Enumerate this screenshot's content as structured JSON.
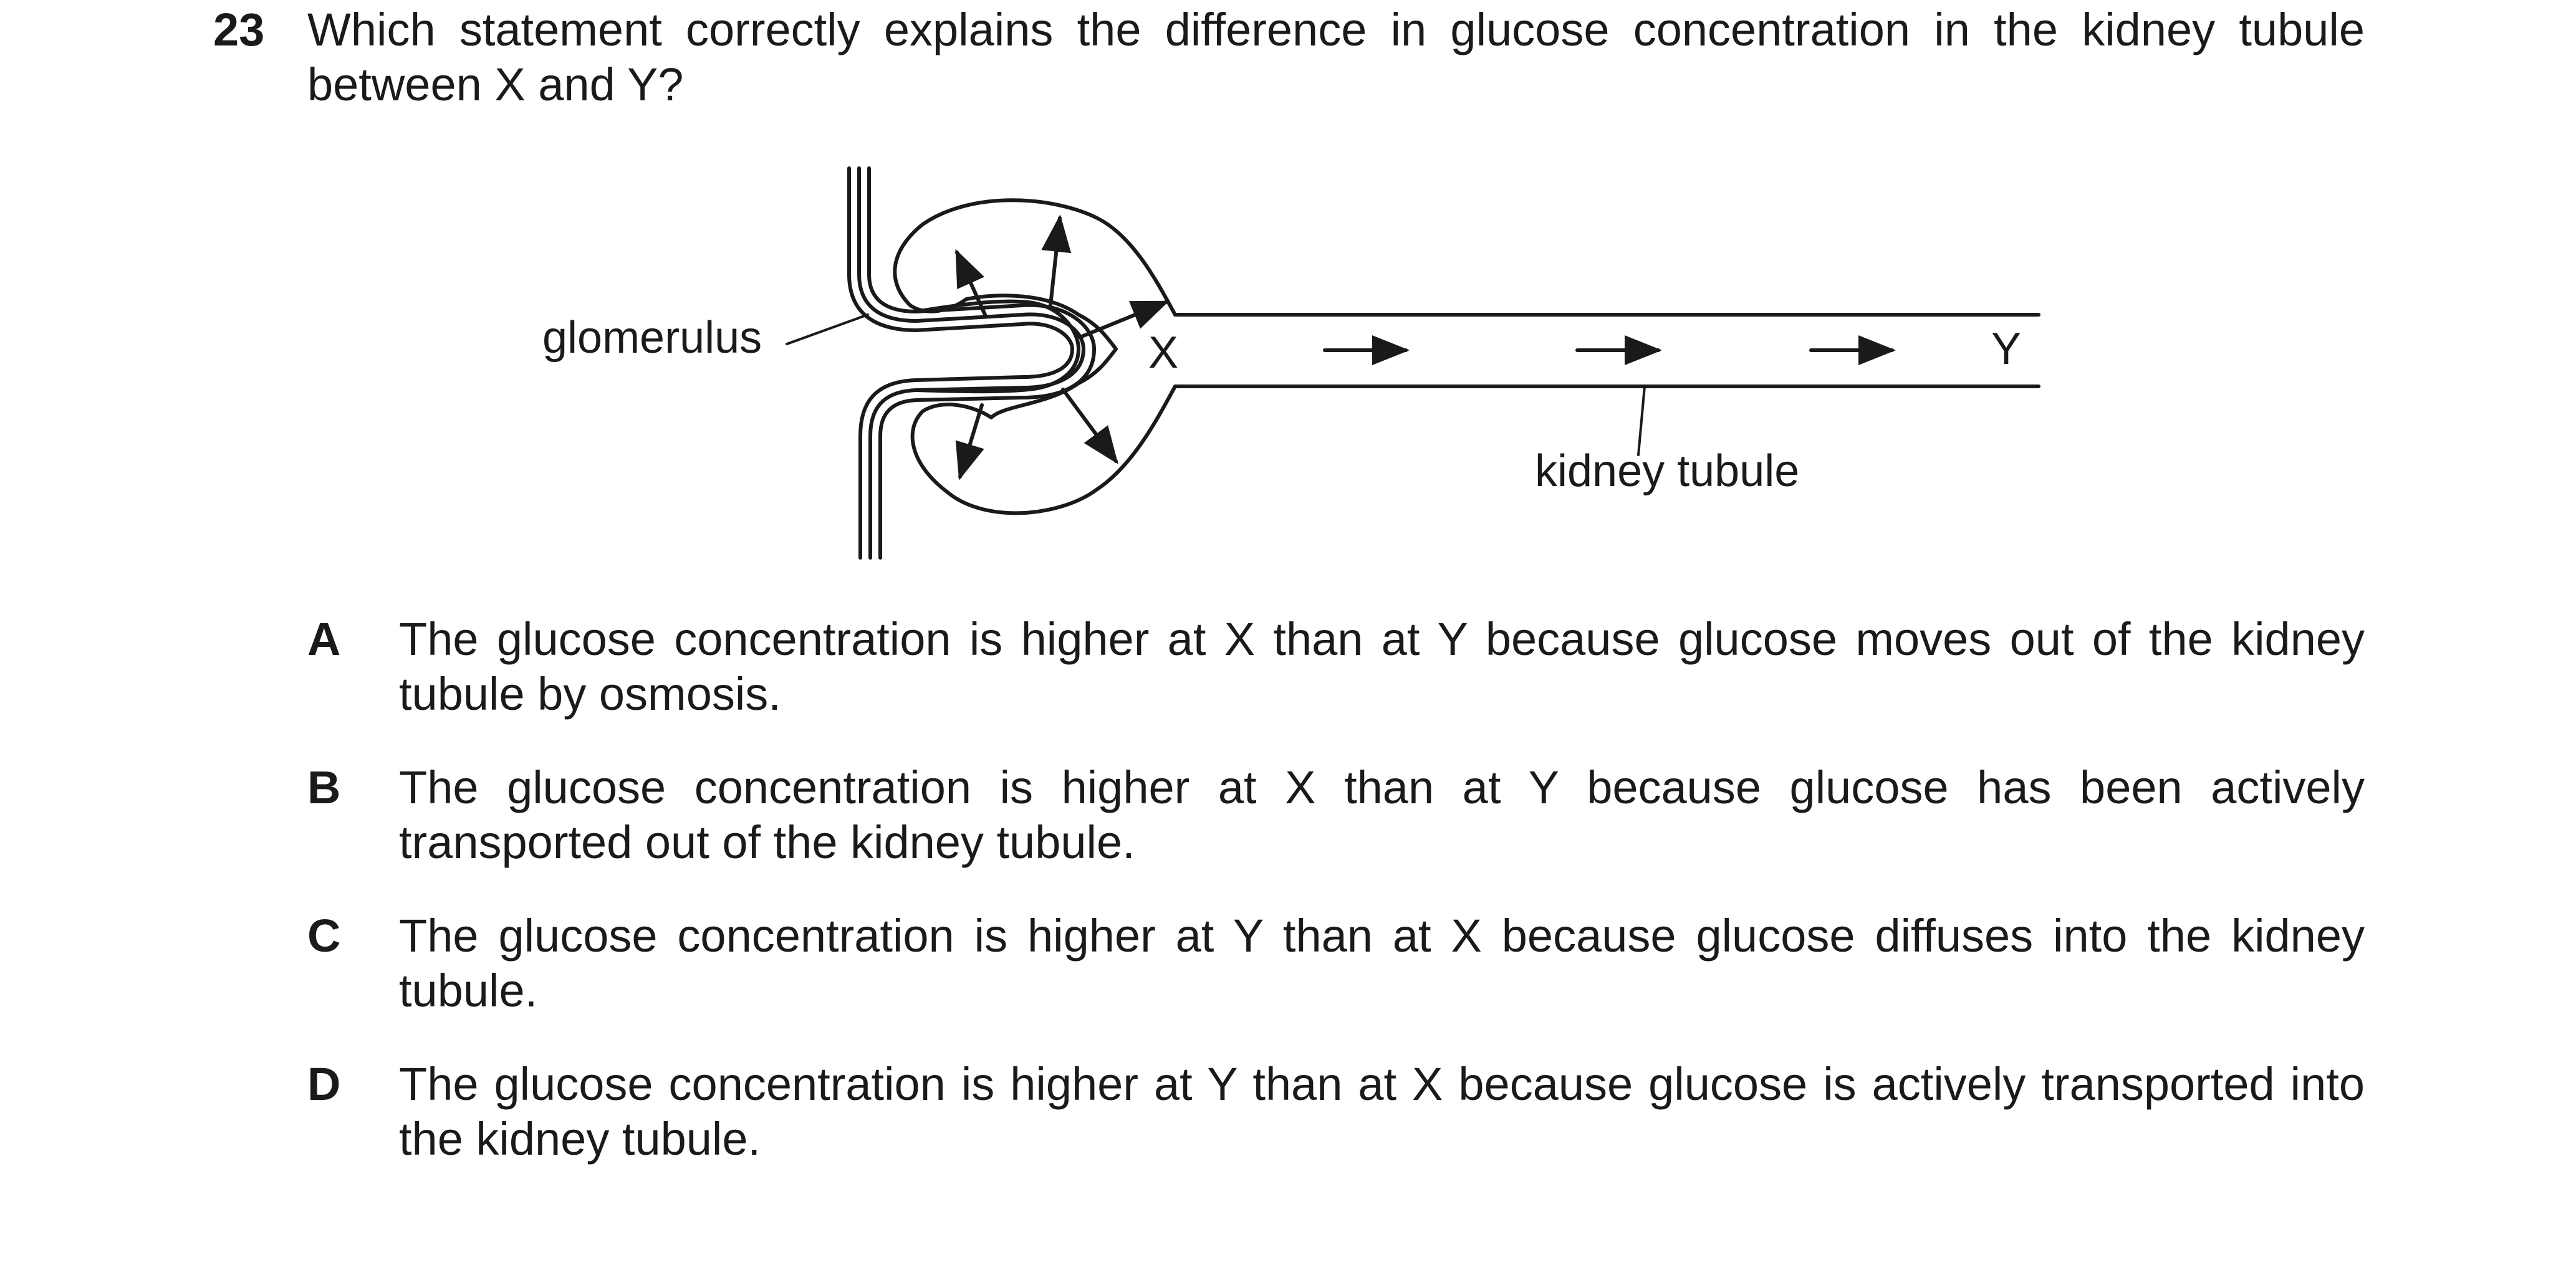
{
  "question": {
    "number": "23",
    "stem": "Which statement correctly explains the difference in glucose concentration in the kidney tubule between X and Y?"
  },
  "figure": {
    "labels": {
      "glomerulus": "glomerulus",
      "x": "X",
      "y": "Y",
      "kidney_tubule": "kidney tubule"
    }
  },
  "options": [
    {
      "letter": "A",
      "text": "The glucose concentration is higher at X than at Y because glucose moves out of the kidney tubule by osmosis."
    },
    {
      "letter": "B",
      "text": "The glucose concentration is higher at X than at Y because glucose has been actively transported out of the kidney tubule."
    },
    {
      "letter": "C",
      "text": "The glucose concentration is higher at Y than at X because glucose diffuses into the kidney tubule."
    },
    {
      "letter": "D",
      "text": "The glucose concentration is higher at Y than at X because glucose is actively transported into the kidney tubule."
    }
  ]
}
